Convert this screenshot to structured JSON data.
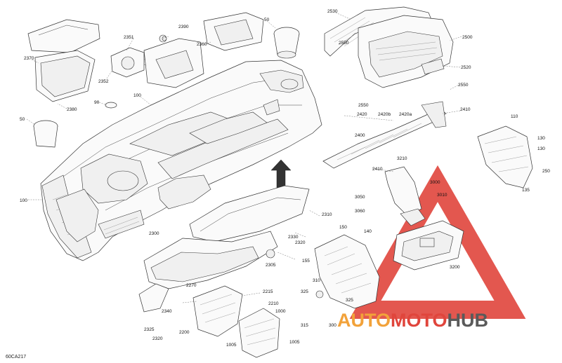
{
  "diagram_code": "60CA217",
  "watermark": {
    "part1": "AUTO",
    "part2": "MOTO",
    "part3": "HUB",
    "color_orange": "#f2a23a",
    "color_red": "#e0453c",
    "color_gray": "#5a5a5a"
  },
  "labels": {
    "l2530": "2530",
    "l2500": "2500",
    "l2550a": "2550",
    "l2520": "2520",
    "l2550b": "2550",
    "l2550c": "2550",
    "l2390": "2390",
    "l2351": "2351",
    "l2360": "2360",
    "l50a": "50",
    "l2370": "2370",
    "l2352": "2352",
    "l2380": "2380",
    "l100a": "100",
    "l90": "90",
    "l50b": "50",
    "l100b": "100",
    "l2420": "2420",
    "l2420b": "2420b",
    "l2420a": "2420a",
    "l2410a": "2410",
    "l2400": "2400",
    "l2410b": "2410",
    "l110": "110",
    "l130a": "130",
    "l130b": "130",
    "l250": "250",
    "l135": "135",
    "l3210": "3210",
    "l3000": "3000",
    "l3050": "3050",
    "l3010": "3010",
    "l3060": "3060",
    "l3200": "3200",
    "l2310": "2310",
    "l150": "150",
    "l140": "140",
    "l2300": "2300",
    "l2330": "2330",
    "l2320a": "2320",
    "l155": "155",
    "l2305": "2305",
    "l310": "310",
    "l325a": "325",
    "l325b": "325",
    "l2270": "2270",
    "l2215": "2215",
    "l2210": "2210",
    "l2340": "2340",
    "l2200": "2200",
    "l1000": "1000",
    "l2325": "2325",
    "l2320b": "2320",
    "l315": "315",
    "l1005a": "1005",
    "l1005b": "1005",
    "l300": "300"
  }
}
